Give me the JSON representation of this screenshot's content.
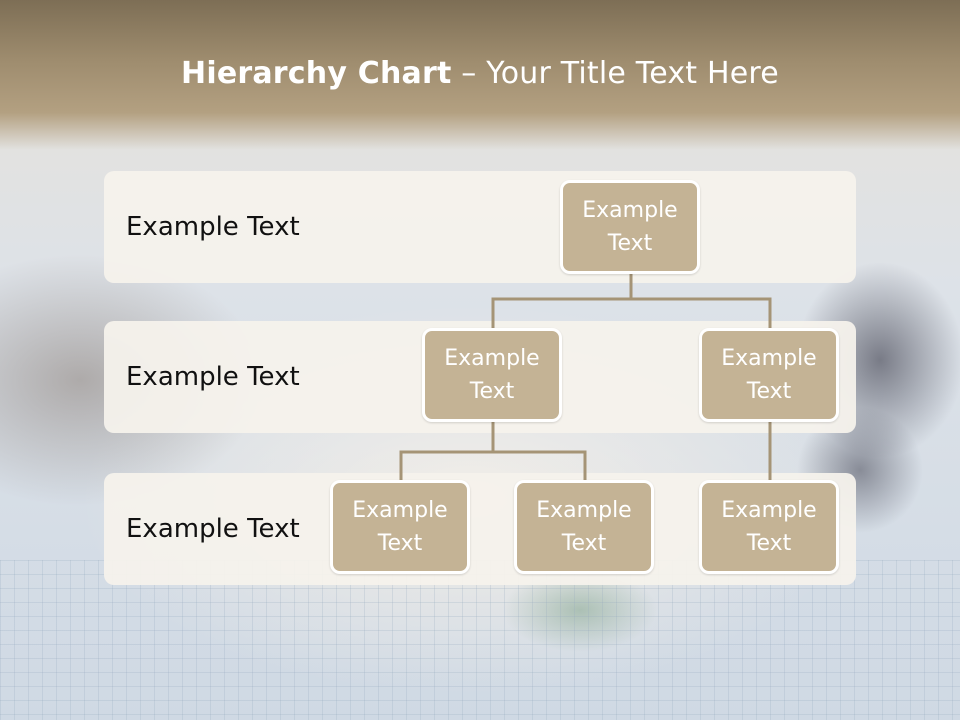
{
  "title": {
    "bold": "Hierarchy Chart",
    "separator": " – ",
    "rest": "Your Title Text Here"
  },
  "levels": [
    {
      "label": "Example Text"
    },
    {
      "label": "Example Text"
    },
    {
      "label": "Example Text"
    }
  ],
  "nodes": {
    "root": "Example Text",
    "child_left": "Example Text",
    "child_right": "Example Text",
    "grandchild_1": "Example Text",
    "grandchild_2": "Example Text",
    "grandchild_3": "Example Text"
  },
  "colors": {
    "node_fill": "#c4b395",
    "connector": "#a59476",
    "header": "#9e8c6e"
  }
}
